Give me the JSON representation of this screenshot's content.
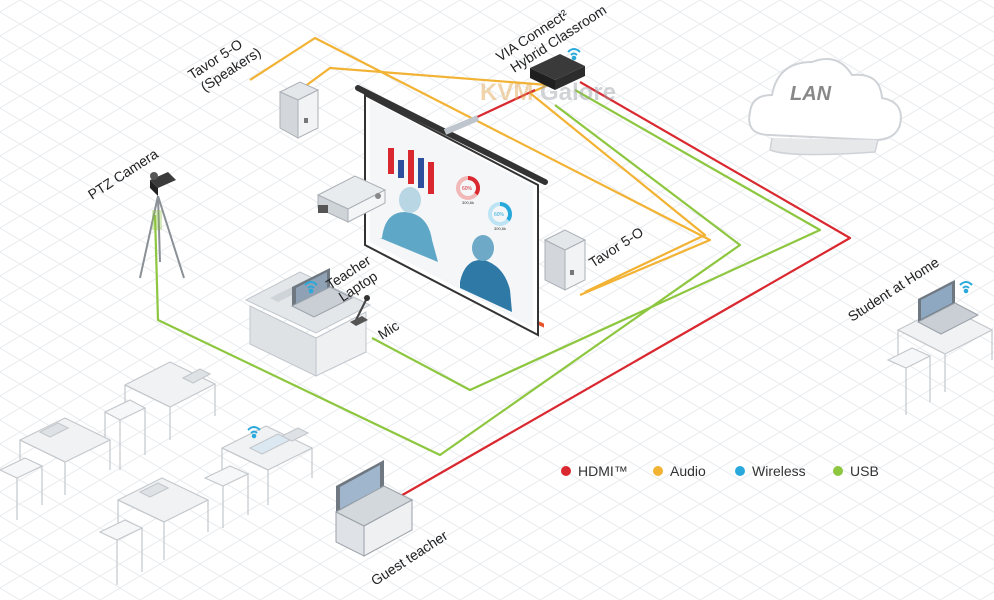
{
  "colors": {
    "hdmi": "#d9282f",
    "audio": "#f2b233",
    "wireless": "#29a8dc",
    "usb": "#8dc63f",
    "device": "#bfc5cc",
    "grid": "#e9ecef"
  },
  "labels": {
    "via": [
      "VIA Connect²",
      "Hybrid Classroom"
    ],
    "tavor_speakers": [
      "Tavor 5-O",
      "(Speakers)"
    ],
    "tavor_right": "Tavor 5-O",
    "ptz_camera": "PTZ Camera",
    "teacher_laptop": [
      "Teacher",
      "Laptop"
    ],
    "mic": "Mic",
    "lan": "LAN",
    "student_home": "Student at Home",
    "guest_teacher": "Guest teacher"
  },
  "watermark": {
    "part1": "KVM",
    "part2": "Galore"
  },
  "screen_stats": [
    "60%",
    "300,6k",
    "60%",
    "300,6k"
  ],
  "legend": [
    {
      "label": "HDMI™",
      "color_key": "hdmi"
    },
    {
      "label": "Audio",
      "color_key": "audio"
    },
    {
      "label": "Wireless",
      "color_key": "wireless"
    },
    {
      "label": "USB",
      "color_key": "usb"
    }
  ]
}
